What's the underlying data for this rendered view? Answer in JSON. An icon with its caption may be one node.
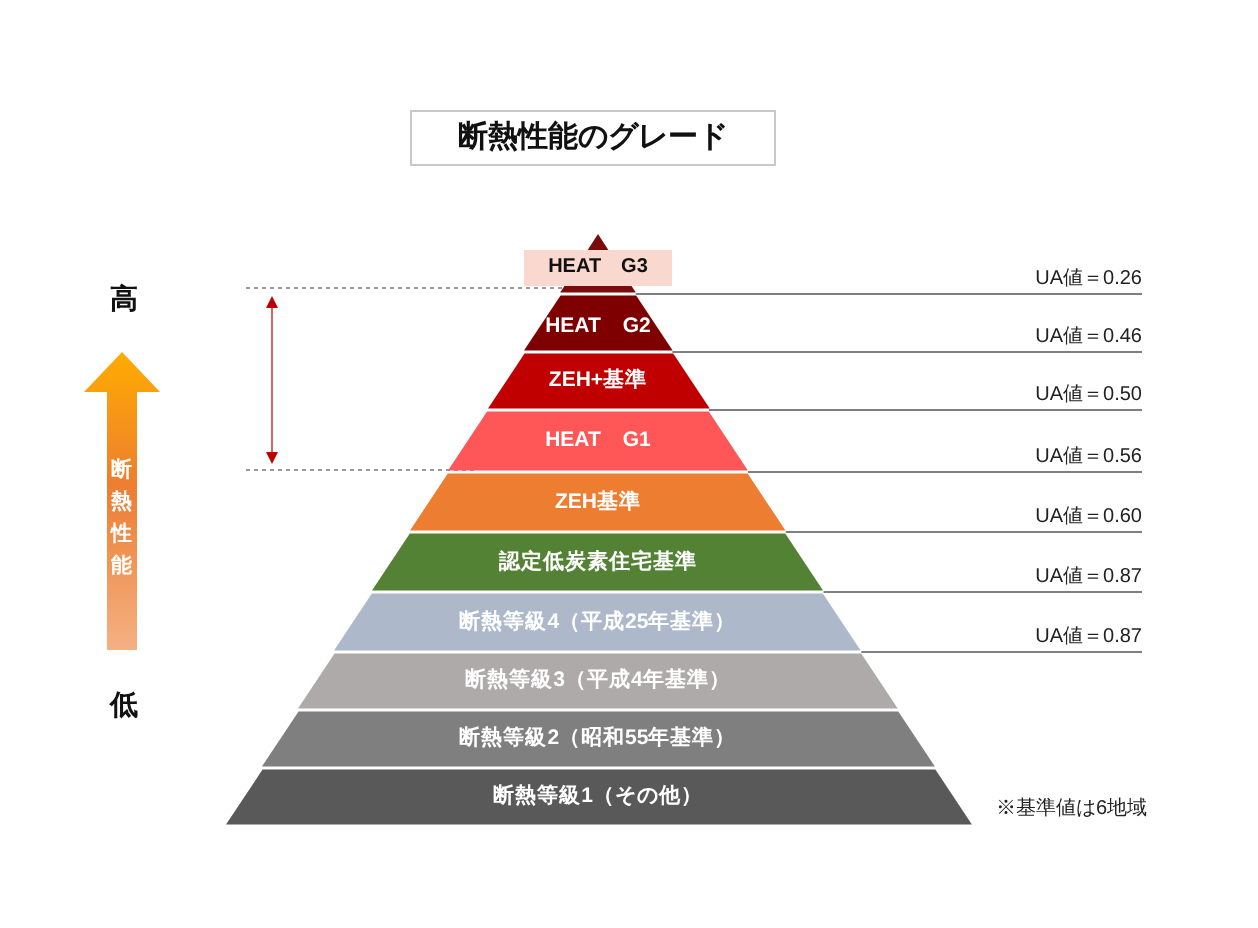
{
  "diagram": {
    "title": "断熱性能のグレード",
    "nodes": [
      {
        "text": [
          "HEAT　G3"
        ]
      },
      {
        "text": [
          "HEAT　G2"
        ]
      },
      {
        "text": [
          "ZEH+基準"
        ]
      },
      {
        "text": [
          "HEAT　G1"
        ]
      },
      {
        "text": [
          "ZEH基準"
        ]
      },
      {
        "text": [
          "認定低炭素住宅基準"
        ]
      },
      {
        "text": [
          "断熱等級4（平成25年基準）"
        ]
      },
      {
        "text": [
          "断熱等級3（平成4年基準）"
        ]
      },
      {
        "text": [
          "断熱等級2（昭和55年基準）"
        ]
      },
      {
        "text": [
          "断熱等級1（その他）"
        ]
      },
      {
        "text": [
          "UA値＝0.26"
        ]
      },
      {
        "text": [
          "UA値＝0.46"
        ]
      },
      {
        "text": [
          "UA値＝0.50"
        ]
      },
      {
        "text": [
          "UA値＝0.56"
        ]
      },
      {
        "text": [
          "UA値＝0.60"
        ]
      },
      {
        "text": [
          "UA値＝0.87"
        ]
      },
      {
        "text": [
          "UA値＝0.87"
        ]
      },
      {
        "text": [
          "断熱性能"
        ]
      }
    ],
    "edges": [
      {
        "from": 10,
        "to": 0,
        "arrow": "none"
      },
      {
        "from": 11,
        "to": 1,
        "arrow": "none"
      },
      {
        "from": 12,
        "to": 2,
        "arrow": "none"
      },
      {
        "from": 13,
        "to": 3,
        "arrow": "none"
      },
      {
        "from": 14,
        "to": 4,
        "arrow": "none"
      },
      {
        "from": 15,
        "to": 5,
        "arrow": "none"
      },
      {
        "from": 16,
        "to": 6,
        "arrow": "none"
      }
    ],
    "labels": [
      "高",
      "低",
      "※基準値は6地域"
    ]
  }
}
